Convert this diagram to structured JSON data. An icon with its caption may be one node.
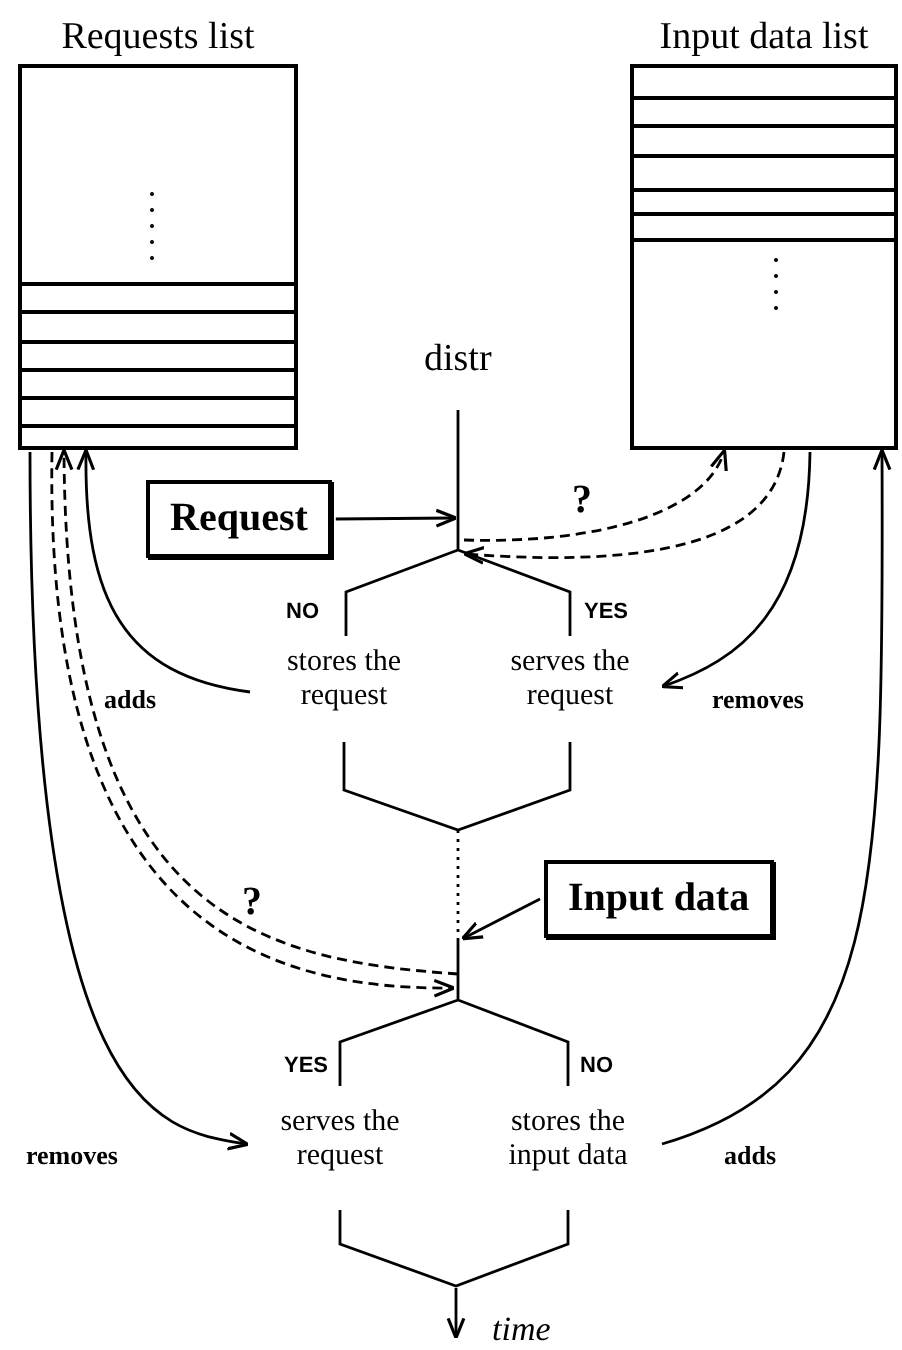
{
  "diagram": {
    "nodes": [
      {
        "text": [
          "Requests list"
        ]
      },
      {
        "text": [
          "Input data list"
        ]
      },
      {
        "text": [
          "Request"
        ]
      },
      {
        "text": [
          "stores the request"
        ]
      },
      {
        "text": [
          "serves the request"
        ]
      },
      {
        "text": [
          "Input data"
        ]
      },
      {
        "text": [
          "serves the request"
        ]
      },
      {
        "text": [
          "stores the input data"
        ]
      }
    ],
    "edges": [
      {
        "from": 2,
        "to": null,
        "arrow": "to"
      },
      {
        "from": null,
        "to": 1,
        "arrow": "to",
        "style": "dashed",
        "label": "?"
      },
      {
        "from": 1,
        "to": null,
        "arrow": "to",
        "style": "dashed"
      },
      {
        "from": 3,
        "to": 0,
        "arrow": "to",
        "label": "adds"
      },
      {
        "from": 1,
        "to": 4,
        "arrow": "to",
        "label": "removes"
      },
      {
        "from": 5,
        "to": null,
        "arrow": "to"
      },
      {
        "from": null,
        "to": 0,
        "arrow": "to",
        "style": "dashed",
        "label": "?"
      },
      {
        "from": 0,
        "to": null,
        "arrow": "to",
        "style": "dashed"
      },
      {
        "from": 0,
        "to": 6,
        "arrow": "to",
        "label": "removes"
      },
      {
        "from": 7,
        "to": 1,
        "arrow": "to",
        "label": "adds"
      }
    ],
    "labels": [
      "distr",
      "NO",
      "YES",
      "YES",
      "NO",
      "time"
    ]
  }
}
